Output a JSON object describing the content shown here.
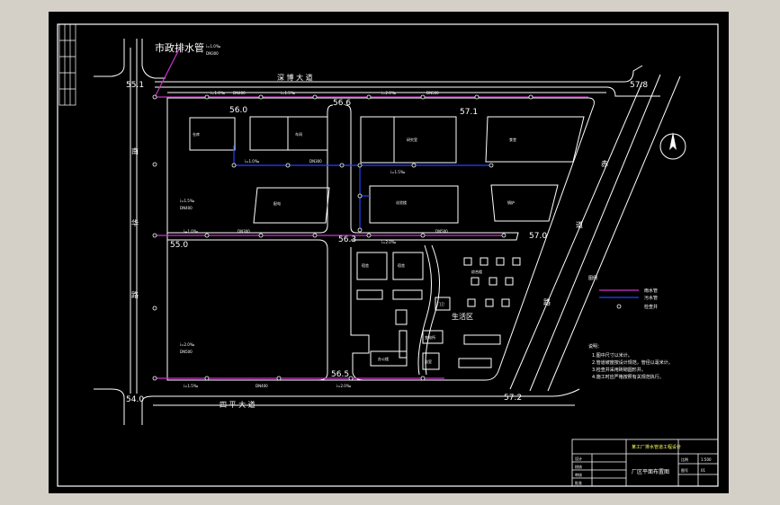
{
  "drawing": {
    "municipal_label": "市政排水管",
    "north_road": "深  博  大  道",
    "south_road": "四  平  大  道",
    "west_road_chars": [
      "南",
      "华",
      "路"
    ],
    "east_road_chars": [
      "赤",
      "道",
      "路"
    ],
    "elevations": {
      "nw": "55.1",
      "ne": "57.8",
      "sw": "54.0",
      "se": "57.2",
      "n1": "56.0",
      "n2": "56.6",
      "n3": "57.1",
      "mid_w": "55.0",
      "mid_c": "56.3",
      "mid_e": "57.0",
      "s_c": "56.5"
    },
    "zone_label": "生活区",
    "buildings": {
      "b1": "仓库",
      "b2": "车间",
      "b3": "研究室",
      "b4": "食堂",
      "b5": "配电",
      "b6": "化验楼",
      "b7": "综合楼",
      "b8": "锅炉",
      "b9": "办公楼",
      "b10": "宿舍",
      "b11": "门卫",
      "b12": "变电所",
      "b13": "浴室"
    },
    "pipe_specs": {
      "a": "i=1.0‰",
      "b": "DN300",
      "c": "i=1.5‰",
      "d": "DN400",
      "e": "i=2.0‰",
      "f": "DN500"
    },
    "legend": {
      "title": "图例",
      "items": [
        "雨水管",
        "污水管",
        "检查井"
      ]
    },
    "notes": {
      "title": "说明：",
      "lines": [
        "1.图中尺寸以米计。",
        "2.管道坡度按设计规范，管径以毫米计。",
        "3.检查井采用砖砌圆形井。",
        "4.施工时应严格按照有关规范执行。"
      ]
    },
    "title_block": {
      "project": "某工厂排水管道工程设计",
      "drawing_name": "厂区平面布置图",
      "rows": [
        "设计",
        "校核",
        "审核",
        "批准"
      ],
      "info": [
        "比例",
        "1:500",
        "图号",
        "01"
      ]
    }
  },
  "colors": {
    "background": "#000000",
    "lines": "#ffffff",
    "rain_pipe": "#cc33cc",
    "sewer_pipe": "#2244ff",
    "title_text": "#ffff66",
    "window_bg": "#d4d0c8"
  }
}
